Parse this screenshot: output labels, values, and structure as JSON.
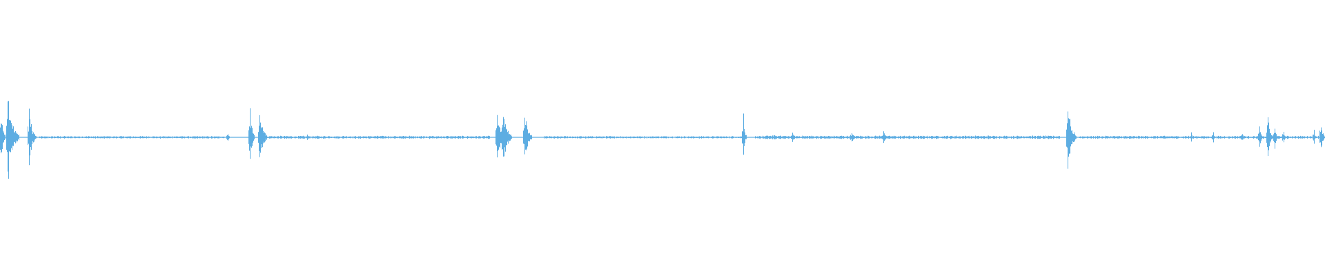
{
  "waveform": {
    "color": "#5dade2",
    "background": "#ffffff",
    "events": [
      {
        "t": 0.001,
        "amp": 0.62,
        "width": 0.004
      },
      {
        "t": 0.006,
        "amp": 1.0,
        "width": 0.009
      },
      {
        "t": 0.022,
        "amp": 0.62,
        "width": 0.006
      },
      {
        "t": 0.172,
        "amp": 0.15,
        "width": 0.002
      },
      {
        "t": 0.189,
        "amp": 0.72,
        "width": 0.004
      },
      {
        "t": 0.196,
        "amp": 0.68,
        "width": 0.006
      },
      {
        "t": 0.232,
        "amp": 0.08,
        "width": 0.003
      },
      {
        "t": 0.375,
        "amp": 0.75,
        "width": 0.006
      },
      {
        "t": 0.38,
        "amp": 0.82,
        "width": 0.007
      },
      {
        "t": 0.396,
        "amp": 0.62,
        "width": 0.006
      },
      {
        "t": 0.561,
        "amp": 0.46,
        "width": 0.003
      },
      {
        "t": 0.584,
        "amp": 0.1,
        "width": 0.004
      },
      {
        "t": 0.598,
        "amp": 0.1,
        "width": 0.003
      },
      {
        "t": 0.643,
        "amp": 0.14,
        "width": 0.004
      },
      {
        "t": 0.667,
        "amp": 0.16,
        "width": 0.004
      },
      {
        "t": 0.806,
        "amp": 0.75,
        "width": 0.007
      },
      {
        "t": 0.899,
        "amp": 0.1,
        "width": 0.002
      },
      {
        "t": 0.916,
        "amp": 0.13,
        "width": 0.002
      },
      {
        "t": 0.938,
        "amp": 0.13,
        "width": 0.002
      },
      {
        "t": 0.951,
        "amp": 0.25,
        "width": 0.003
      },
      {
        "t": 0.957,
        "amp": 0.62,
        "width": 0.004
      },
      {
        "t": 0.962,
        "amp": 0.3,
        "width": 0.003
      },
      {
        "t": 0.969,
        "amp": 0.18,
        "width": 0.002
      },
      {
        "t": 0.992,
        "amp": 0.2,
        "width": 0.002
      },
      {
        "t": 0.997,
        "amp": 0.48,
        "width": 0.003
      }
    ],
    "noise_segments": [
      {
        "start": 0.03,
        "end": 0.17,
        "amp": 0.025
      },
      {
        "start": 0.2,
        "end": 0.37,
        "amp": 0.03
      },
      {
        "start": 0.41,
        "end": 0.56,
        "amp": 0.025
      },
      {
        "start": 0.57,
        "end": 0.8,
        "amp": 0.035
      },
      {
        "start": 0.815,
        "end": 1.0,
        "amp": 0.03
      }
    ]
  }
}
